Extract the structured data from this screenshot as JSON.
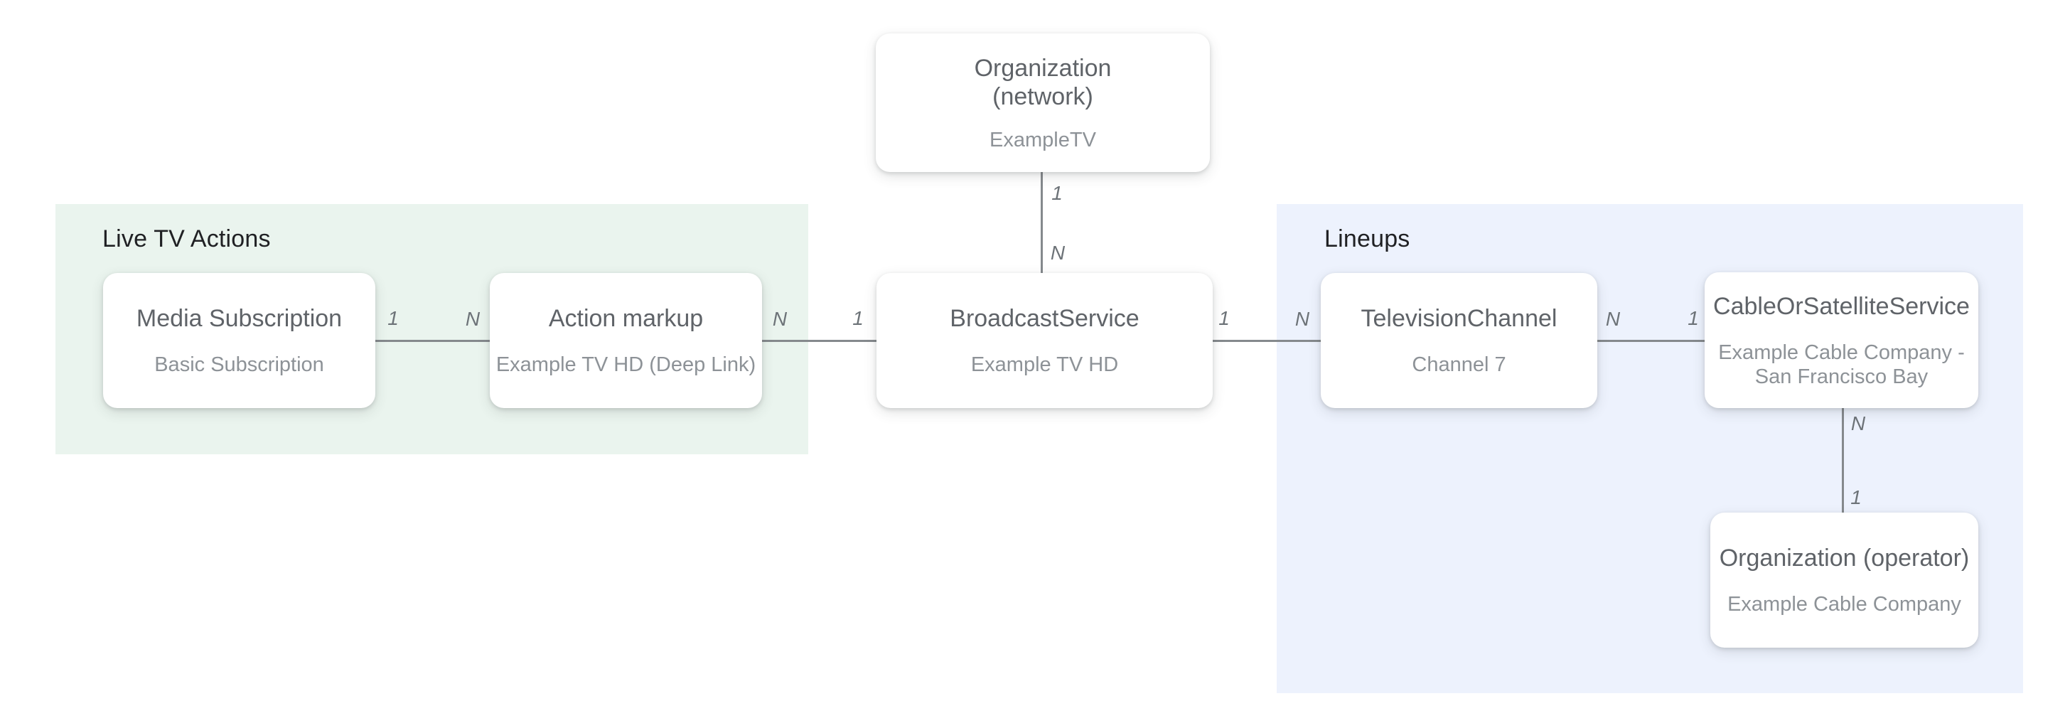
{
  "regions": [
    {
      "name": "live-tv-actions",
      "label": "Live TV Actions",
      "color": "#eaf4ee"
    },
    {
      "name": "lineups",
      "label": "Lineups",
      "color": "#edf2fd"
    }
  ],
  "nodes": [
    {
      "name": "organization-network",
      "title": "Organization\n(network)",
      "subtitle": "ExampleTV"
    },
    {
      "name": "media-subscription",
      "title": "Media Subscription",
      "subtitle": "Basic Subscription"
    },
    {
      "name": "action-markup",
      "title": "Action markup",
      "subtitle": "Example TV HD (Deep Link)"
    },
    {
      "name": "broadcast-service",
      "title": "BroadcastService",
      "subtitle": "Example TV HD"
    },
    {
      "name": "television-channel",
      "title": "TelevisionChannel",
      "subtitle": "Channel 7"
    },
    {
      "name": "cable-or-satellite-service",
      "title": "CableOrSatelliteService",
      "subtitle": "Example Cable Company -\nSan Francisco Bay"
    },
    {
      "name": "organization-operator",
      "title": "Organization (operator)",
      "subtitle": "Example Cable Company"
    }
  ],
  "connectors": [
    {
      "name": "media-subscription-to-action-markup",
      "from_label": "1",
      "to_label": "N"
    },
    {
      "name": "action-markup-to-broadcast-service",
      "from_label": "N",
      "to_label": "1"
    },
    {
      "name": "organization-network-to-broadcast-service",
      "from_label": "1",
      "to_label": "N"
    },
    {
      "name": "broadcast-service-to-television-channel",
      "from_label": "1",
      "to_label": "N"
    },
    {
      "name": "television-channel-to-cable-or-satellite-service",
      "from_label": "N",
      "to_label": "1"
    },
    {
      "name": "cable-or-satellite-service-to-organization-operator",
      "from_label": "N",
      "to_label": "1"
    }
  ],
  "colors": {
    "region_green": "#eaf4ee",
    "region_blue": "#edf2fd",
    "line": "#85898d",
    "title": "#5f6368",
    "subtitle": "#8d9297",
    "section_label": "#202124",
    "connector_label": "#6d7378",
    "card_bg": "#ffffff"
  }
}
